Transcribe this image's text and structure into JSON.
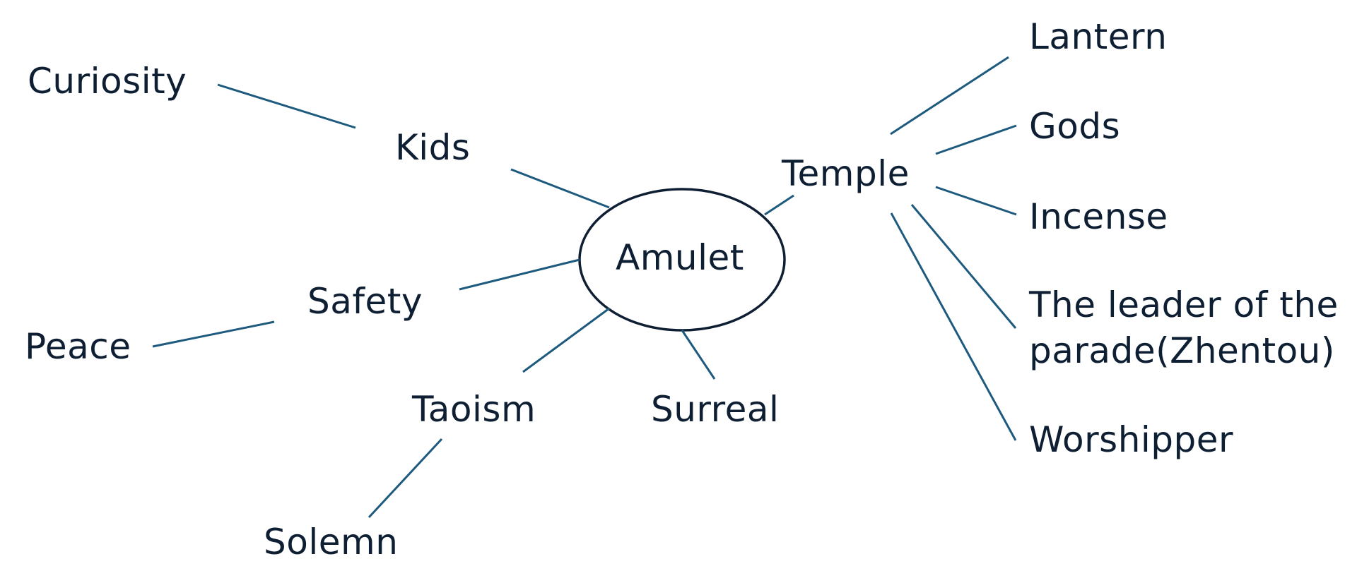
{
  "colors": {
    "background": "#ffffff",
    "text": "#0f1f33",
    "connector": "#1d5a7e",
    "center_outline": "#0f1f33"
  },
  "center": {
    "label": "Amulet"
  },
  "nodes": {
    "kids": "Kids",
    "curiosity": "Curiosity",
    "safety": "Safety",
    "peace": "Peace",
    "taoism": "Taoism",
    "solemn": "Solemn",
    "surreal": "Surreal",
    "temple": "Temple",
    "lantern": "Lantern",
    "gods": "Gods",
    "incense": "Incense",
    "zhentou": "The leader of the parade(Zhentou)",
    "worshipper": "Worshipper"
  }
}
